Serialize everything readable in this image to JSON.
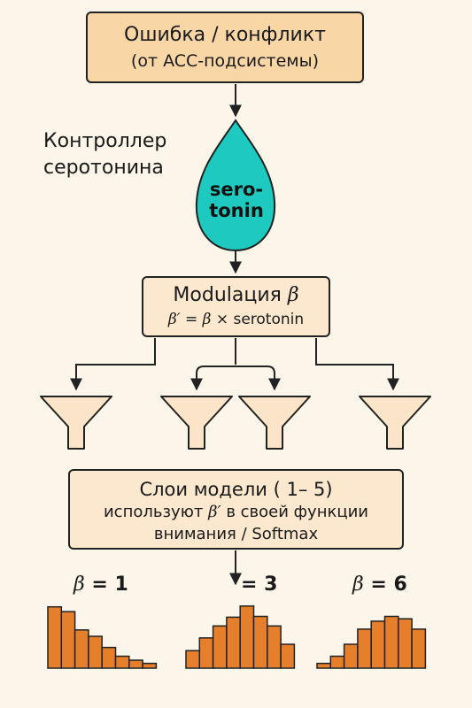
{
  "error_box": {
    "line1": "Ошибка / конфликт",
    "line2": "(от ACC-подсистемы)"
  },
  "controller_label": {
    "line1": "Контроллер",
    "line2": "серотонина"
  },
  "serotonin_drop": {
    "line1": "sero-",
    "line2": "tonin"
  },
  "modulation_box": {
    "line1_text": "Modulация",
    "line1_symbol": "β",
    "line2_symbol_a": "β′",
    "line2_mid": "=",
    "line2_symbol_b": "β",
    "line2_rest": "× serotonin"
  },
  "layers_box": {
    "line1": "Слои модели ( 1– 5)",
    "line2_pre": "используют",
    "line2_symbol": "β′",
    "line2_post": "в своей функции",
    "line3": "внимания / Softmax"
  },
  "distributions": [
    {
      "symbol": "β",
      "value_text": "= 1",
      "bars": [
        7.7,
        7.1,
        4.8,
        4.0,
        2.6,
        1.5,
        1.0,
        0.6
      ]
    },
    {
      "symbol": "",
      "value_text": "= 3",
      "bars": [
        2.2,
        3.8,
        5.3,
        6.4,
        7.8,
        6.5,
        5.3,
        3.0
      ]
    },
    {
      "symbol": "β",
      "value_text": "= 6",
      "bars": [
        0.6,
        1.5,
        3.0,
        4.9,
        5.9,
        6.5,
        6.2,
        4.9
      ]
    }
  ],
  "colors": {
    "background": "#fbf5ea",
    "error_box_fill": "#f9d6a6",
    "light_box_fill": "#fbe8cf",
    "drop_fill": "#1ec9bf",
    "funnel_fill": "#fbe4c8",
    "bar_fill": "#e57f2c",
    "line": "#222222"
  }
}
